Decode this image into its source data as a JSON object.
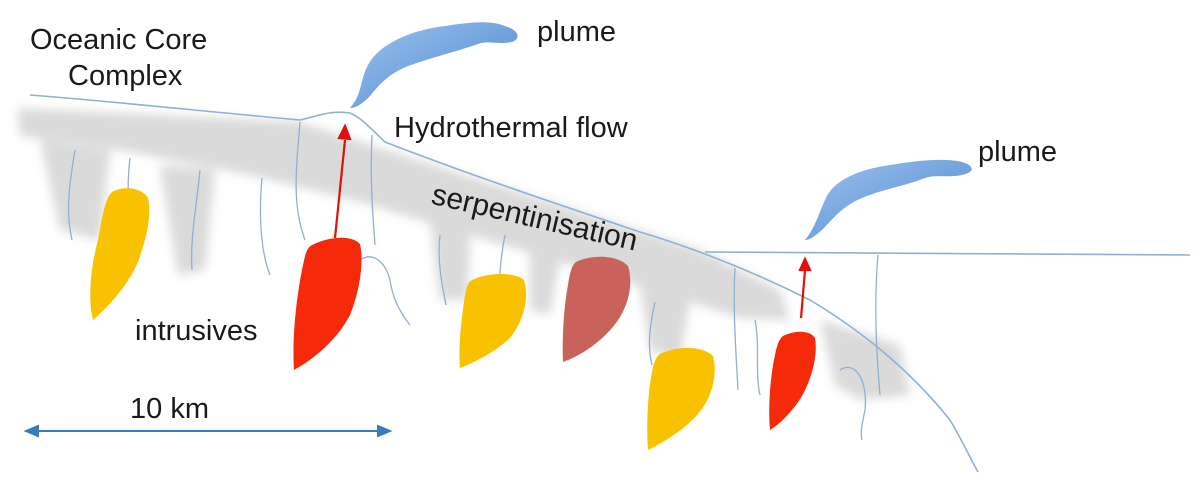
{
  "labels": {
    "core_complex_line1": "Oceanic Core",
    "core_complex_line2": "Complex",
    "plume_1": "plume",
    "plume_2": "plume",
    "hydrothermal": "Hydrothermal flow",
    "serpentinisation": "serpentinisation",
    "intrusives": "intrusives",
    "scale": "10 km"
  },
  "colors": {
    "seafloor_line": "#8fb0d4",
    "plume_blue": "#6a9fdb",
    "intrusive_yellow": "#f9c200",
    "intrusive_red": "#f42a0a",
    "intrusive_brown": "#c9625b",
    "serpentinite_grey": "#d8d8d8",
    "flow_arrow": "#e0100a",
    "scale_bar": "#3a7cc0"
  }
}
